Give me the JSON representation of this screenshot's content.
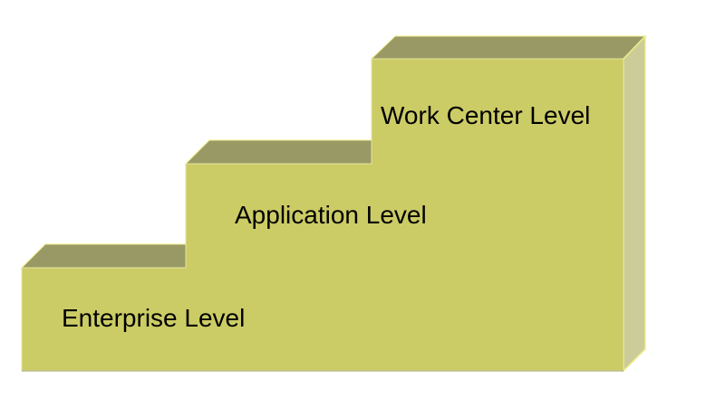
{
  "diagram": {
    "steps": [
      {
        "label": "Enterprise Level"
      },
      {
        "label": "Application Level"
      },
      {
        "label": "Work Center Level"
      }
    ]
  },
  "colors": {
    "front": "#cccc66",
    "top": "#999966",
    "side": "#cccc99",
    "edge": "#eeee88"
  }
}
